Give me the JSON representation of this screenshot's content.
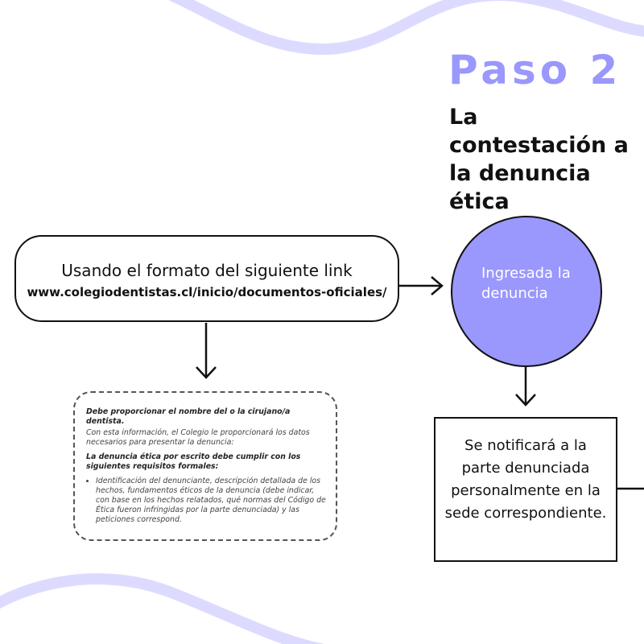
{
  "colors": {
    "accent": "#9A97FD",
    "wave": "#DCDBFF",
    "text": "#111111"
  },
  "header": {
    "step_label": "Paso 2",
    "title": "La contestación a la denuncia ética"
  },
  "link_box": {
    "intro": "Usando el formato del siguiente link",
    "url": "www.colegiodentistas.cl/inicio/documentos-oficiales/"
  },
  "circle": {
    "text": "Ingresada la denuncia"
  },
  "requirements": {
    "heading": "Debe proporcionar el nombre del o la cirujano/a dentista.",
    "note": "Con esta información, el Colegio le proporcionará los datos necesarios para presentar la denuncia:",
    "subheading": "La denuncia ética por escrito debe cumplir con los siguientes requisitos formales:",
    "items": [
      "Identificación del denunciante, descripción detallada de los hechos, fundamentos éticos de la denuncia (debe indicar, con base en los hechos relatados, qué normas del Código de Ética fueron infringidas por la parte denunciada) y las peticiones correspond."
    ]
  },
  "notify_box": {
    "text": "Se notificará a la parte denunciada personalmente en la sede correspondiente."
  }
}
